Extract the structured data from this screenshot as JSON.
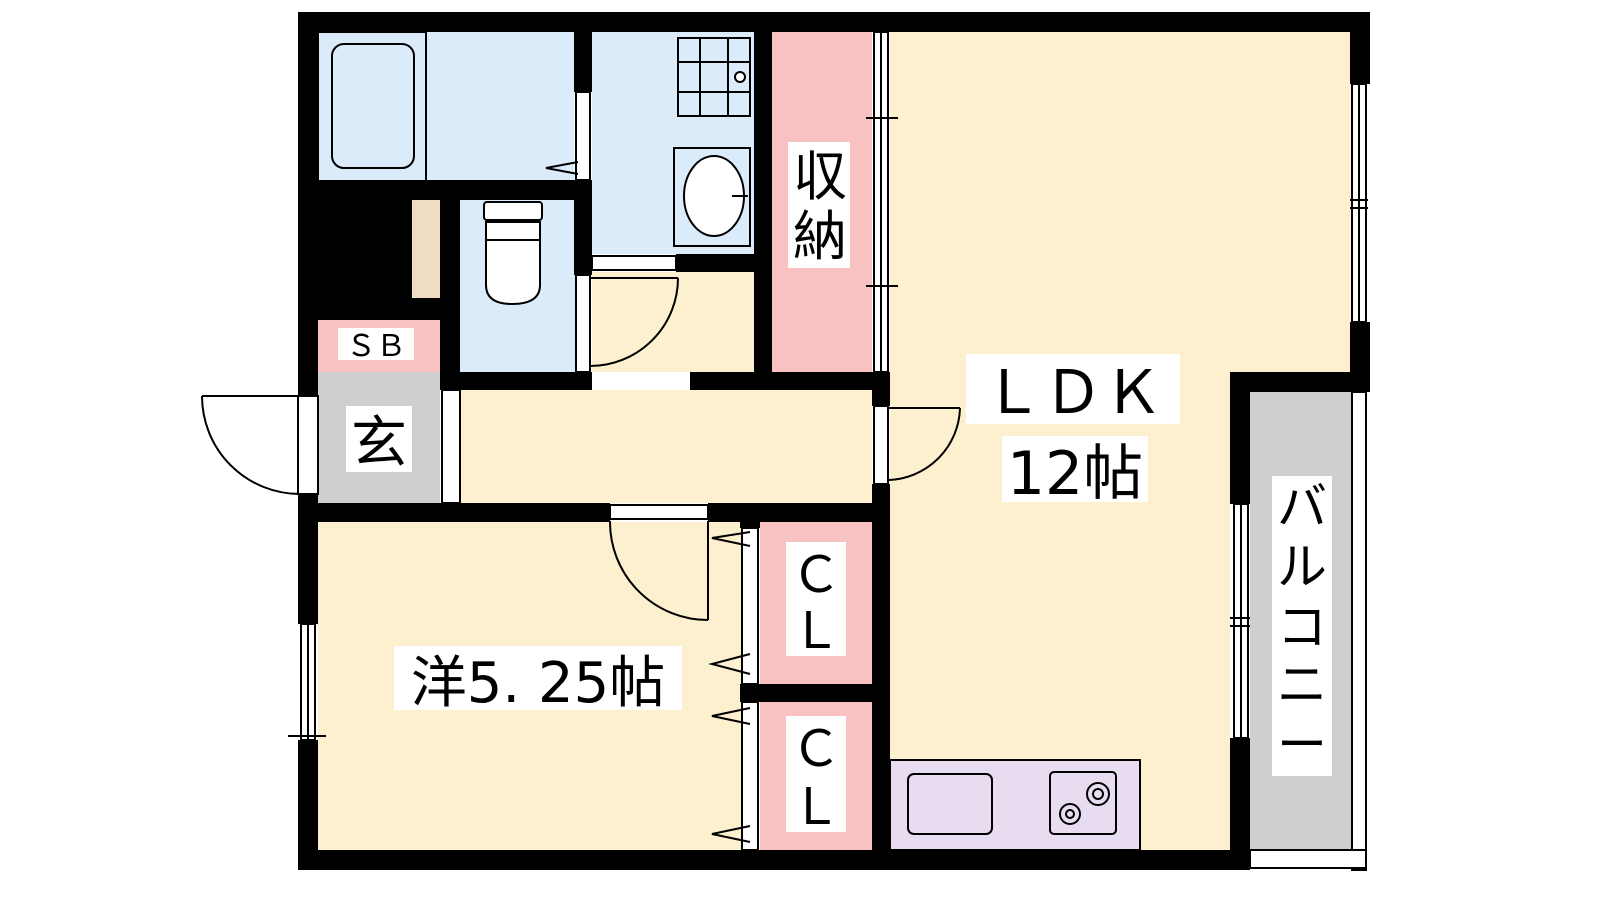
{
  "colors": {
    "wall": "#000000",
    "wet_area": "#dcebfa",
    "living": "#fcf0cf",
    "storage": "#f9c2c2",
    "entrance": "#cfcfcf",
    "kitchen": "#e8dcf0",
    "shoe_shelf": "#efdcc3",
    "balcony": "#cfcfcf"
  },
  "rooms": {
    "storage_label_1": "収",
    "storage_label_2": "納",
    "ldk_label": "ＬＤＫ",
    "ldk_size": "12帖",
    "sb_label": "ＳＢ",
    "entrance_label": "玄",
    "western_room_label": "洋5. 25帖",
    "closet_1_line1": "Ｃ",
    "closet_1_line2": "Ｌ",
    "closet_2_line1": "Ｃ",
    "closet_2_line2": "Ｌ",
    "balcony_chars": [
      "バ",
      "ル",
      "コ",
      "ニ",
      "ー"
    ]
  },
  "fixtures": [
    "bathtub-icon",
    "washbasin-icon",
    "washing-machine-icon",
    "toilet-icon",
    "sink-icon",
    "stove-icon"
  ]
}
